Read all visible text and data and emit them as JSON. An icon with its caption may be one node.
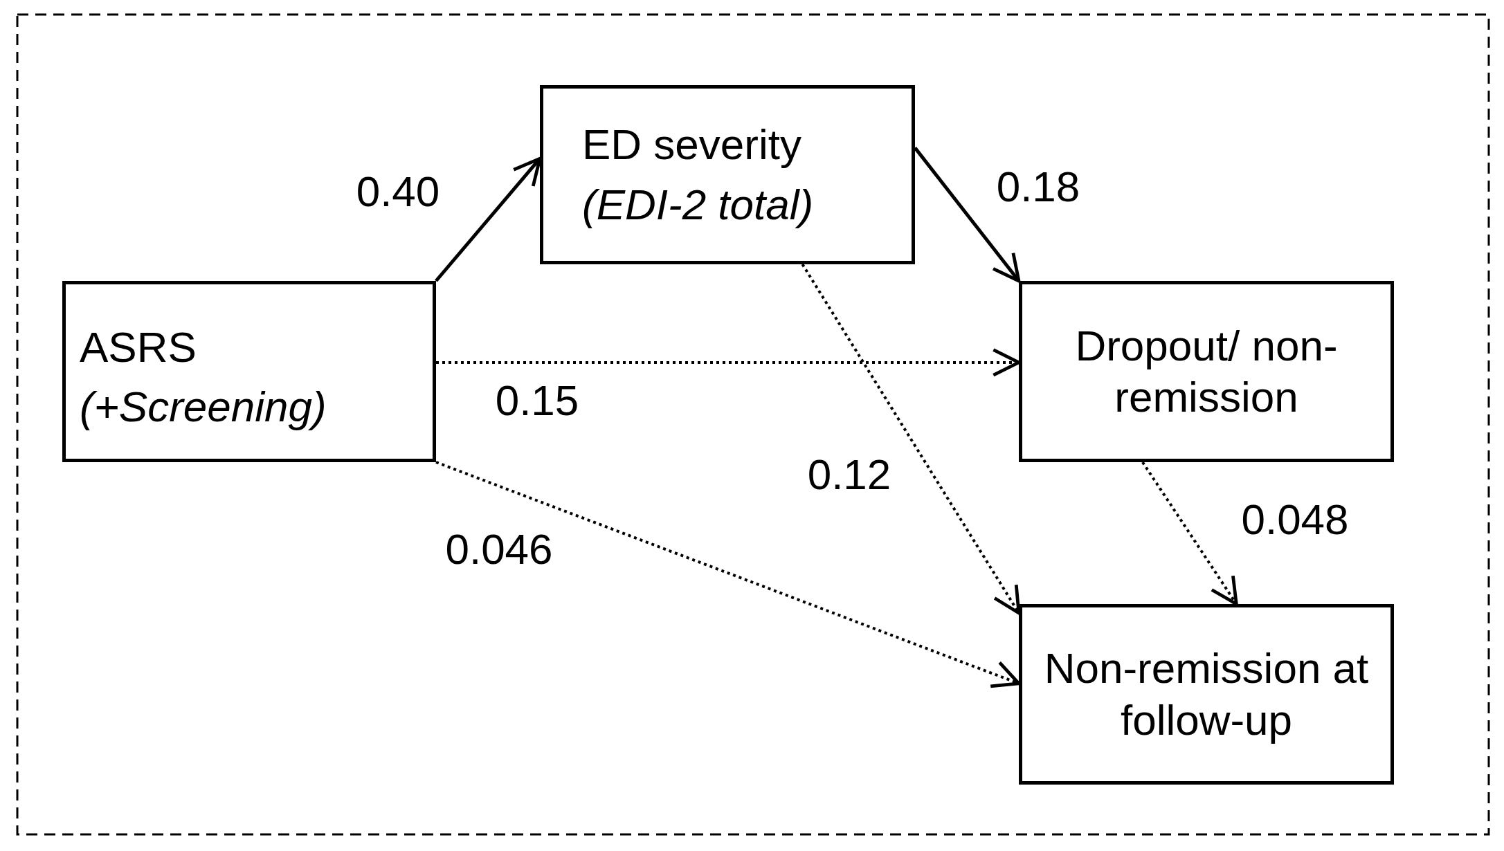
{
  "diagram": {
    "nodes": [
      {
        "text": [
          "ASRS",
          "(+Screening)"
        ]
      },
      {
        "text": [
          "ED severity",
          "(EDI-2 total)"
        ]
      },
      {
        "text": [
          "Dropout/ non-remission"
        ]
      },
      {
        "text": [
          "Non-remission at follow-up"
        ]
      }
    ],
    "edges": [
      {
        "from": 0,
        "to": 1,
        "arrow": "to",
        "label": "0.40"
      },
      {
        "from": 1,
        "to": 2,
        "arrow": "to",
        "label": "0.18"
      },
      {
        "from": 0,
        "to": 2,
        "arrow": "to",
        "label": "0.15",
        "style": "dashed"
      },
      {
        "from": 1,
        "to": 3,
        "arrow": "to",
        "label": "0.12",
        "style": "dashed"
      },
      {
        "from": 0,
        "to": 3,
        "arrow": "to",
        "label": "0.046",
        "style": "dashed"
      },
      {
        "from": 2,
        "to": 3,
        "arrow": "to",
        "label": "0.048",
        "style": "dashed"
      }
    ]
  }
}
